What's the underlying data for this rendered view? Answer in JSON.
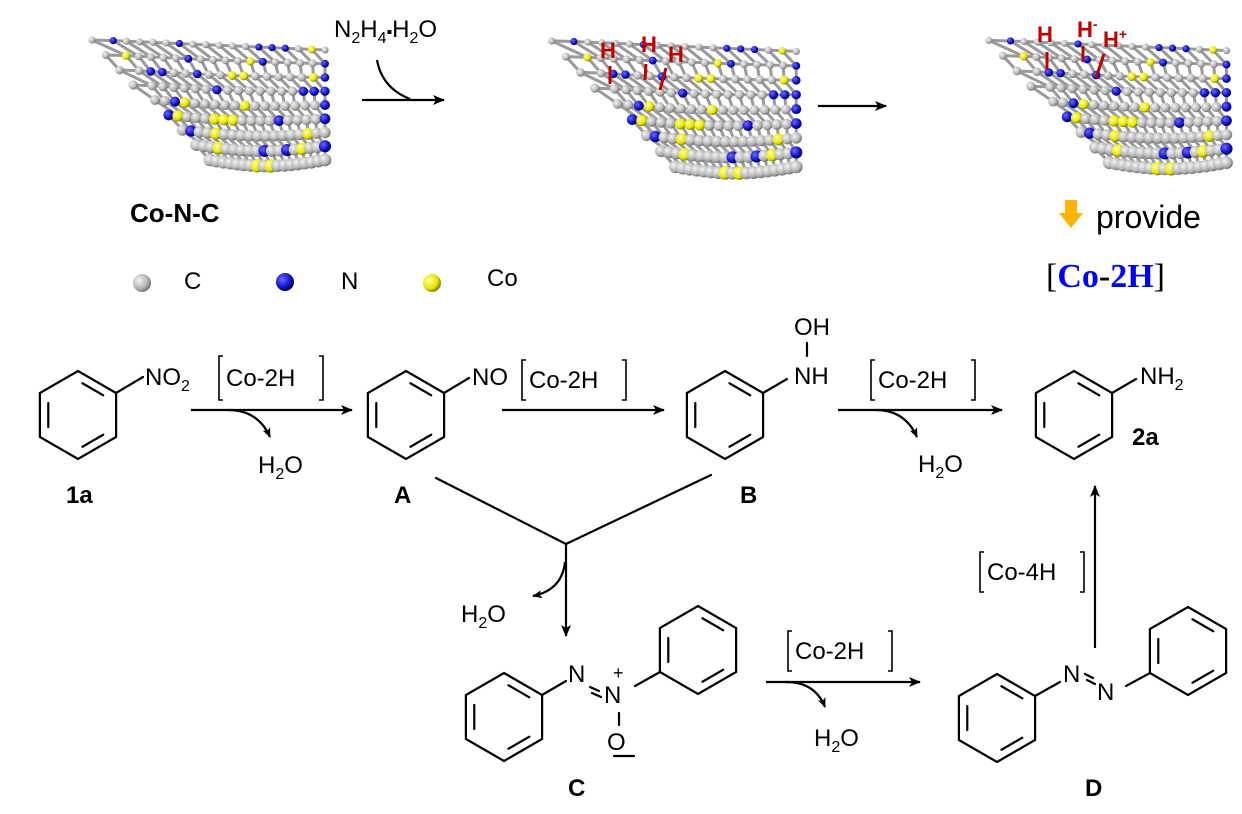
{
  "figure": {
    "title": "Co-N-C catalyzed nitrobenzene reduction mechanism",
    "colors": {
      "carbon": "#b4b4b4",
      "nitrogen": "#1010c8",
      "cobalt": "#e6e600",
      "hydrogen_label": "#c00000",
      "provide_arrow": "#ffb400",
      "co2h_highlight": "#0000ff"
    }
  },
  "top": {
    "catalyst_label": "Co-N-C",
    "reagent": {
      "main": "N",
      "sub1": "2",
      "mid": "H",
      "sub2": "4",
      "dot": "▪",
      "h": "H",
      "sub3": "2",
      "o": "O"
    },
    "sheet2_h_labels": [
      "H",
      "H",
      "H"
    ],
    "sheet3_h_labels": {
      "h1": "H",
      "hminus": "H",
      "minus": "-",
      "hplus": "H",
      "plus": "+"
    },
    "provide_label": "provide",
    "co2h": {
      "open": "[",
      "co": "Co",
      "dash": "-",
      "two_h": "2H",
      "close": "]"
    },
    "legend": [
      {
        "symbol": "C",
        "element": "carbon"
      },
      {
        "symbol": "N",
        "element": "nitrogen"
      },
      {
        "symbol": "Co",
        "element": "cobalt"
      }
    ]
  },
  "scheme": {
    "compounds": {
      "c1a": {
        "label": "1a",
        "group": "NO",
        "group_sub": "2"
      },
      "A": {
        "label": "A",
        "group": "NO"
      },
      "B": {
        "label": "B",
        "group_top": "OH",
        "group": "NH"
      },
      "c2a": {
        "label": "2a",
        "group": "NH",
        "group_sub": "2"
      },
      "C": {
        "label": "C",
        "n1": "N",
        "n2": "N",
        "plus": "+",
        "o": "O",
        "minus": "−"
      },
      "D": {
        "label": "D",
        "n1": "N",
        "n2": "N"
      }
    },
    "arrows": {
      "r1": {
        "reagent": "Co-2H",
        "byproduct": {
          "h": "H",
          "sub": "2",
          "o": "O"
        }
      },
      "r2": {
        "reagent": "Co-2H"
      },
      "r3": {
        "reagent": "Co-2H",
        "byproduct": {
          "h": "H",
          "sub": "2",
          "o": "O"
        }
      },
      "r4": {
        "byproduct": {
          "h": "H",
          "sub": "2",
          "o": "O"
        }
      },
      "r5": {
        "reagent": "Co-2H",
        "byproduct": {
          "h": "H",
          "sub": "2",
          "o": "O"
        }
      },
      "r6": {
        "reagent": "Co-4H"
      }
    }
  }
}
